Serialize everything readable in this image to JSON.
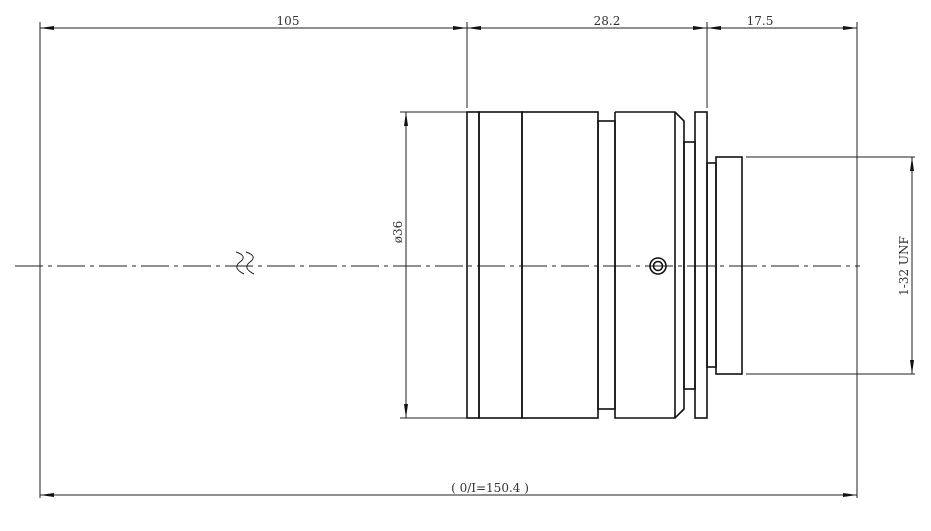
{
  "title": "Lens outline drawing",
  "dimensions": {
    "front_length": "105",
    "body_length": "28.2",
    "back_focal": "17.5",
    "diameter": "ø36",
    "mount_thread": "1-32 UNF",
    "total_length": "( 0/I=150.4 )"
  },
  "colors": {
    "line": "#111111",
    "background": "#ffffff"
  }
}
